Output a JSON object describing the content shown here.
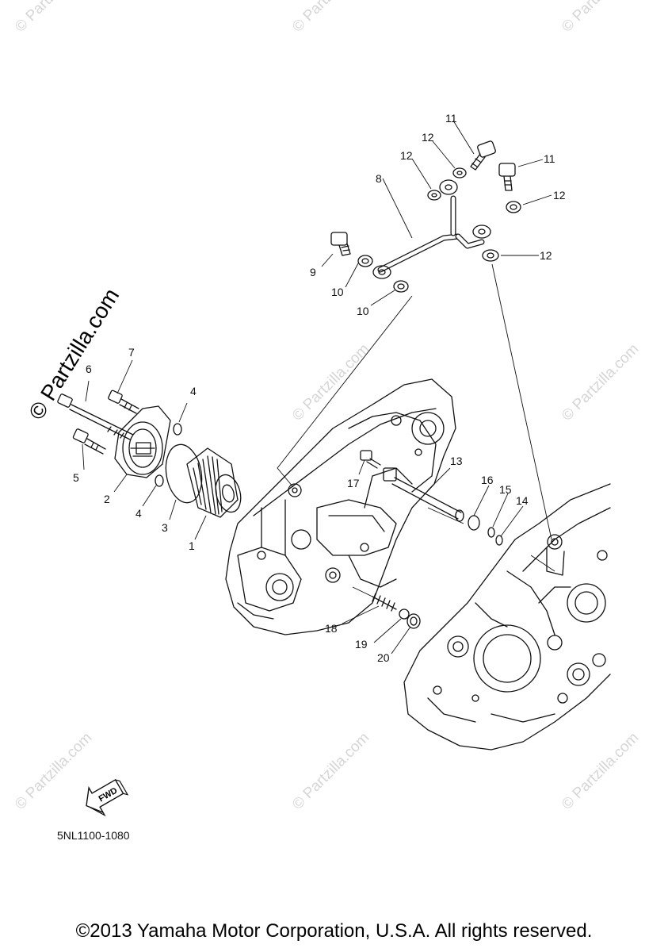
{
  "watermark_main": "© Partzilla.com",
  "watermark_repeat": "© Partzilla.com",
  "diagram_code": "5NL1100-1080",
  "fwd_label": "FWD",
  "copyright": "©2013 Yamaha Motor Corporation, U.S.A. All rights reserved.",
  "callouts": {
    "p1": "1",
    "p2": "2",
    "p3": "3",
    "p4a": "4",
    "p4b": "4",
    "p5": "5",
    "p6": "6",
    "p7": "7",
    "p8": "8",
    "p9": "9",
    "p10a": "10",
    "p10b": "10",
    "p11a": "11",
    "p11b": "11",
    "p12a": "12",
    "p12b": "12",
    "p12c": "12",
    "p12d": "12",
    "p13": "13",
    "p14": "14",
    "p15": "15",
    "p16": "16",
    "p17": "17",
    "p18": "18",
    "p19": "19",
    "p20": "20"
  }
}
